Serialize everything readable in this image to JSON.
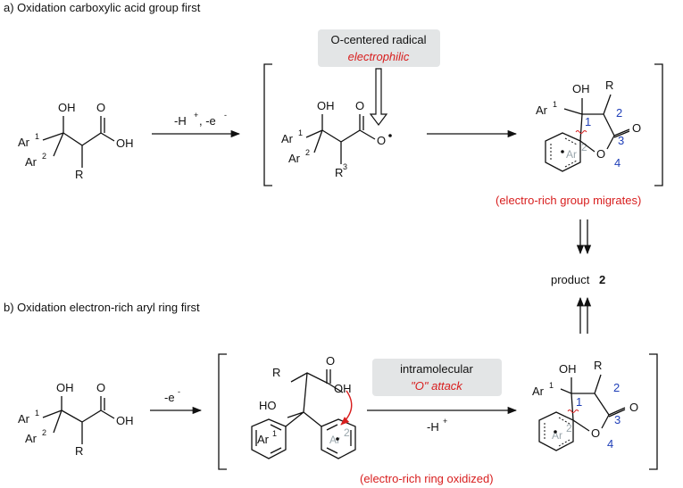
{
  "section_a": {
    "title": "a) Oxidation carboxylic acid group first"
  },
  "section_b": {
    "title": "b) Oxidation electron-rich aryl ring first"
  },
  "labels": {
    "OH": "OH",
    "O": "O",
    "R": "R",
    "Ar": "Ar",
    "sup1": "1",
    "sup2": "2",
    "sup3": "3",
    "sup_plus": "+",
    "sup_minus": "-",
    "HO": "HO",
    "minus_e_a": "-H",
    "minus_e_a2": ", -e",
    "minus_e_b": "-e",
    "minus_H": "-H"
  },
  "radical_box": {
    "line1": "O-centered radical",
    "line2": "electrophilic"
  },
  "attack_box": {
    "line1": "intramolecular",
    "line2": "\"O\" attack"
  },
  "notes": {
    "group_migrates": "(electro-rich group migrates)",
    "ring_oxidized": "(electro-rich ring oxidized)"
  },
  "product": {
    "prefix": "product ",
    "number": "2"
  },
  "ring_numbers": {
    "n1": "1",
    "n2": "2",
    "n3": "3",
    "n4": "4"
  },
  "colors": {
    "red": "#d81e1e",
    "blue": "#1f3fb8",
    "box": "#e3e5e6"
  }
}
